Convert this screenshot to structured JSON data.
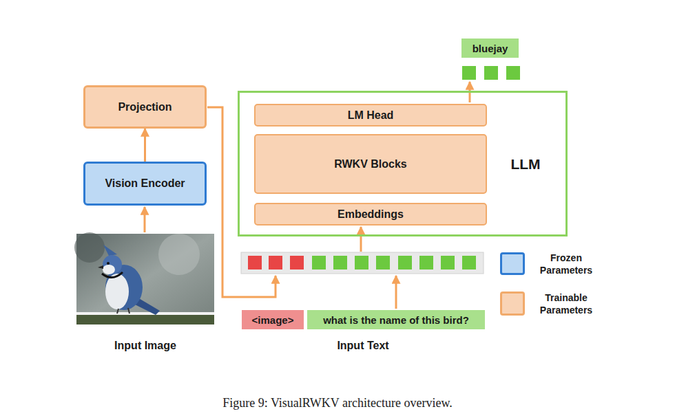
{
  "diagram": {
    "caption": "Figure 9: VisualRWKV architecture overview.",
    "nodes": [
      {
        "text": [
          "bluejay"
        ]
      },
      {
        "text": [
          "Projection"
        ]
      },
      {
        "text": [
          "LLM"
        ]
      },
      {
        "text": [
          "LM Head"
        ],
        "in": 2
      },
      {
        "text": [
          "RWKV Blocks"
        ],
        "in": 2
      },
      {
        "text": [
          "Embeddings"
        ],
        "in": 2
      },
      {
        "text": [
          "Vision Encoder"
        ]
      },
      {
        "text": [
          "<image>"
        ]
      },
      {
        "text": [
          "what is the name of this bird?"
        ]
      }
    ],
    "edges": [
      {
        "from": 6,
        "to": 1,
        "arrow": "to"
      }
    ],
    "labels": [
      "Input Image",
      "Input Text"
    ],
    "legend": [
      {
        "text": "Frozen Parameters",
        "color": "#bdd9f4"
      },
      {
        "text": "Trainable Parameters",
        "color": "#f9d3b5"
      }
    ]
  }
}
